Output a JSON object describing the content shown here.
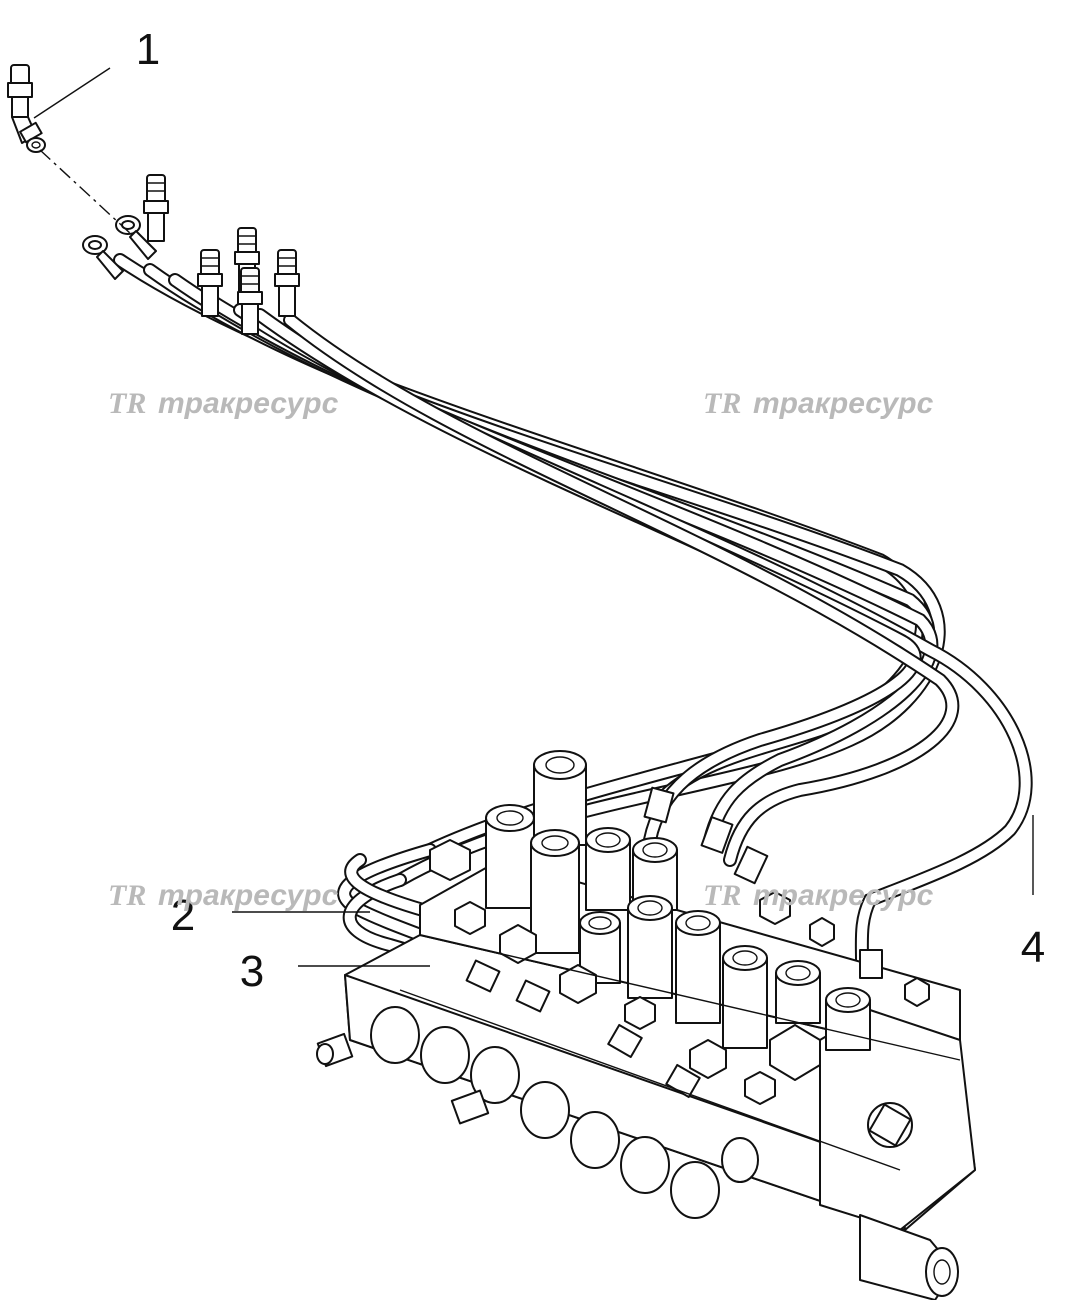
{
  "callouts": [
    {
      "id": "1",
      "label": "1"
    },
    {
      "id": "2",
      "label": "2"
    },
    {
      "id": "3",
      "label": "3"
    },
    {
      "id": "4",
      "label": "4"
    }
  ],
  "watermarks": [
    {
      "logo": "ТR",
      "text": "тракресурс"
    },
    {
      "logo": "ТR",
      "text": "тракресурс"
    },
    {
      "logo": "ТR",
      "text": "тракресурс"
    },
    {
      "logo": "ТR",
      "text": "тракресурс"
    }
  ]
}
